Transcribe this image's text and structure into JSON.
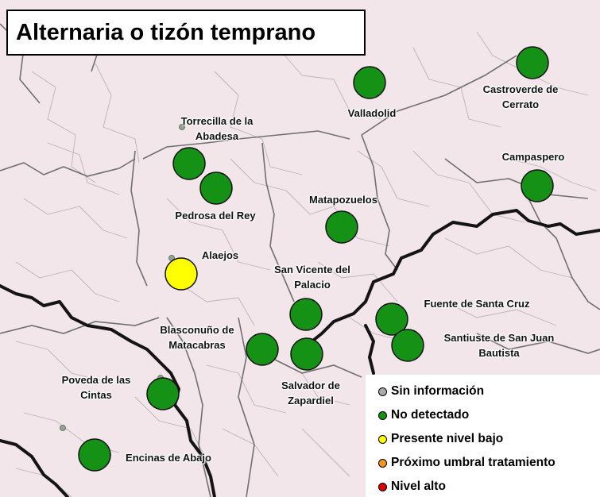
{
  "title": "Alternaria o tizón temprano",
  "colors": {
    "sin_informacion": "#a9a9a9",
    "no_detectado": "#159115",
    "presente_nivel_bajo": "#ffff00",
    "proximo_umbral": "#f7941d",
    "nivel_alto": "#e00000",
    "land": "#f2e6ea"
  },
  "stations": [
    {
      "label": "Castroverde de\nCerrato",
      "status": "no_detectado"
    },
    {
      "label": "Valladolid",
      "status": "no_detectado"
    },
    {
      "label": "Torrecilla de la\nAbadesa",
      "status": "no_detectado"
    },
    {
      "label": "Pedrosa del Rey",
      "status": "no_detectado"
    },
    {
      "label": "Campaspero",
      "status": "no_detectado"
    },
    {
      "label": "Matapozuelos",
      "status": "no_detectado"
    },
    {
      "label": "Alaejos",
      "status": "presente_nivel_bajo"
    },
    {
      "label": "San Vicente del\nPalacio",
      "status": "no_detectado"
    },
    {
      "label": "Fuente de Santa Cruz",
      "status": "no_detectado"
    },
    {
      "label": "Santiuste de San Juan\nBautista",
      "status": "no_detectado"
    },
    {
      "label": "Blasconuño de\nMatacabras",
      "status": "no_detectado"
    },
    {
      "label": "Salvador de\nZapardiel",
      "status": "no_detectado"
    },
    {
      "label": "Poveda de las\nCintas",
      "status": "no_detectado"
    },
    {
      "label": "Encinas de Abajo",
      "status": "no_detectado"
    }
  ],
  "legend": [
    {
      "label": "Sin información",
      "status": "sin_informacion"
    },
    {
      "label": "No detectado",
      "status": "no_detectado"
    },
    {
      "label": "Presente nivel bajo",
      "status": "presente_nivel_bajo"
    },
    {
      "label": "Próximo umbral tratamiento",
      "status": "proximo_umbral"
    },
    {
      "label": "Nivel alto",
      "status": "nivel_alto"
    }
  ]
}
